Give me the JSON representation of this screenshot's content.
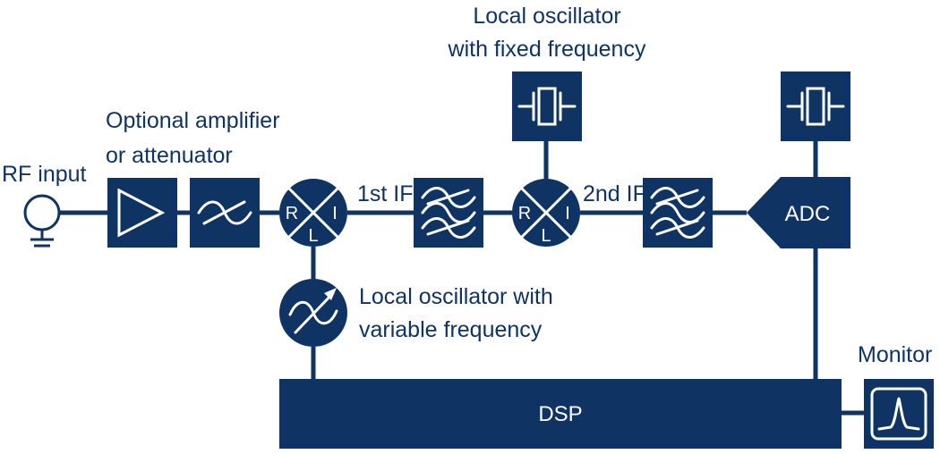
{
  "labels": {
    "rf_input": "RF input",
    "amp_line1": "Optional amplifier",
    "amp_line2": "or attenuator",
    "first_if": "1st IF",
    "second_if": "2nd IF",
    "lo_fixed_line1": "Local oscillator",
    "lo_fixed_line2": "with fixed frequency",
    "lo_var_line1": "Local oscillator with",
    "lo_var_line2": "variable frequency",
    "monitor": "Monitor"
  },
  "blocks": {
    "adc": "ADC",
    "dsp": "DSP"
  },
  "mixer_ports": {
    "r": "R",
    "i": "I",
    "l": "L"
  },
  "colors": {
    "primary": "#0f3363",
    "background": "#ffffff",
    "symbol": "#ffffff"
  }
}
